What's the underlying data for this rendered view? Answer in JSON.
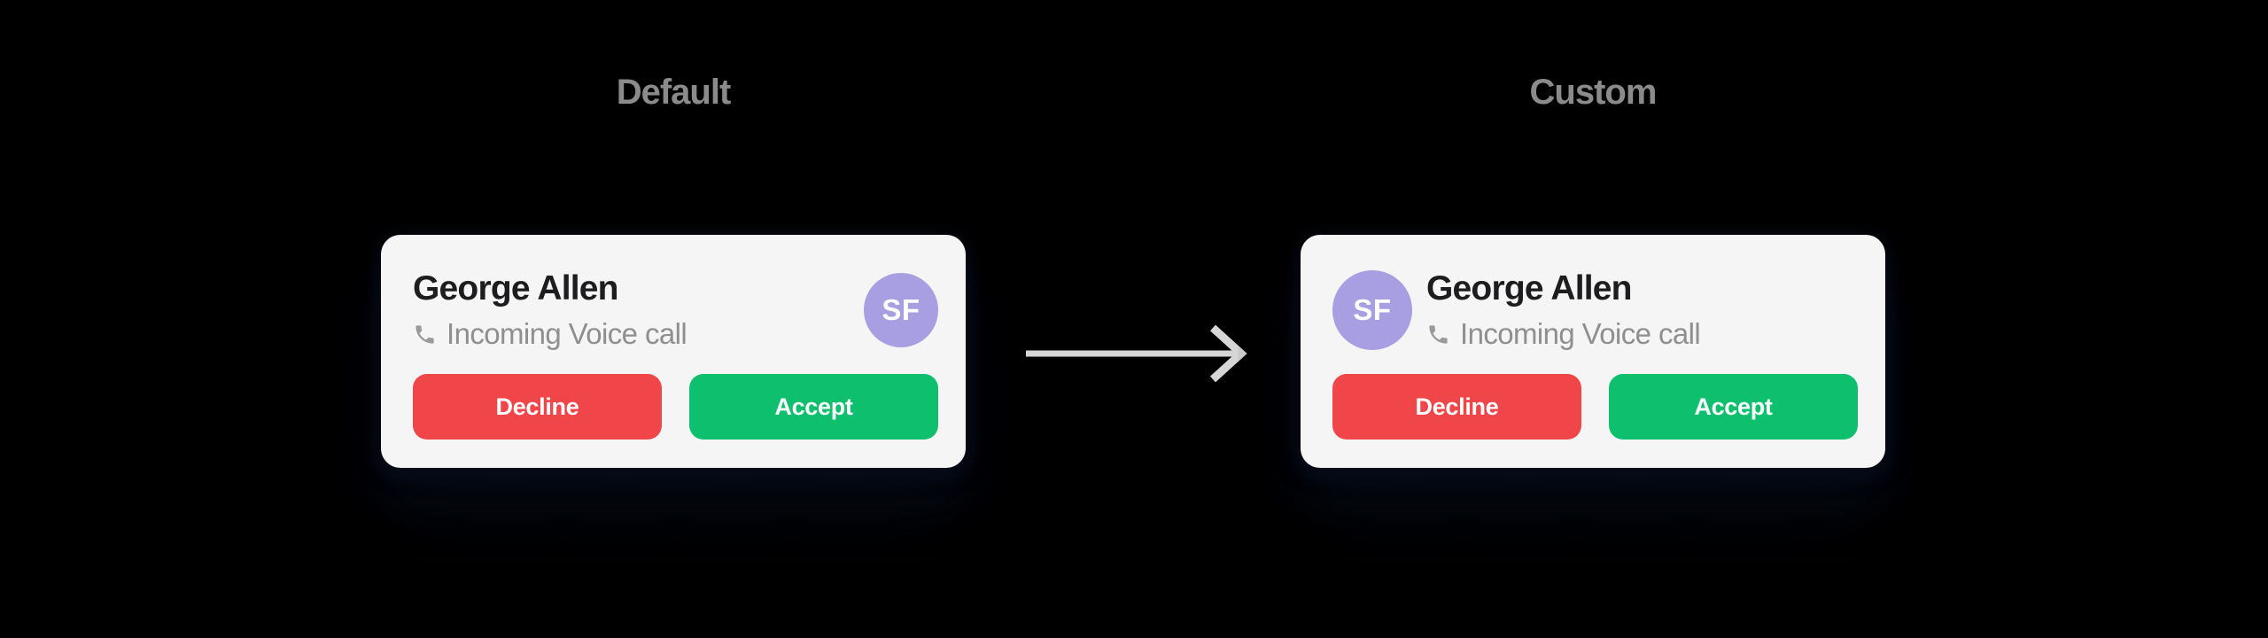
{
  "labels": {
    "default": "Default",
    "custom": "Custom"
  },
  "call_card": {
    "caller_name": "George Allen",
    "call_type": "Incoming Voice call",
    "avatar_initials": "SF",
    "buttons": {
      "decline": "Decline",
      "accept": "Accept"
    }
  },
  "icons": {
    "phone": "phone-handset-icon",
    "arrow": "arrow-right-icon"
  },
  "colors": {
    "background": "#000000",
    "card_bg": "#f5f5f6",
    "label_text": "#8b8b8b",
    "title_text": "#1d1d1f",
    "subtitle_text": "#8f8f8f",
    "icon_gray": "#9a9a9a",
    "decline": "#f04549",
    "accept": "#0ec06d",
    "avatar": "#a89fe2",
    "avatar_text": "#ffffff",
    "button_text": "#ffffff",
    "arrow": "#d6d6d6"
  }
}
